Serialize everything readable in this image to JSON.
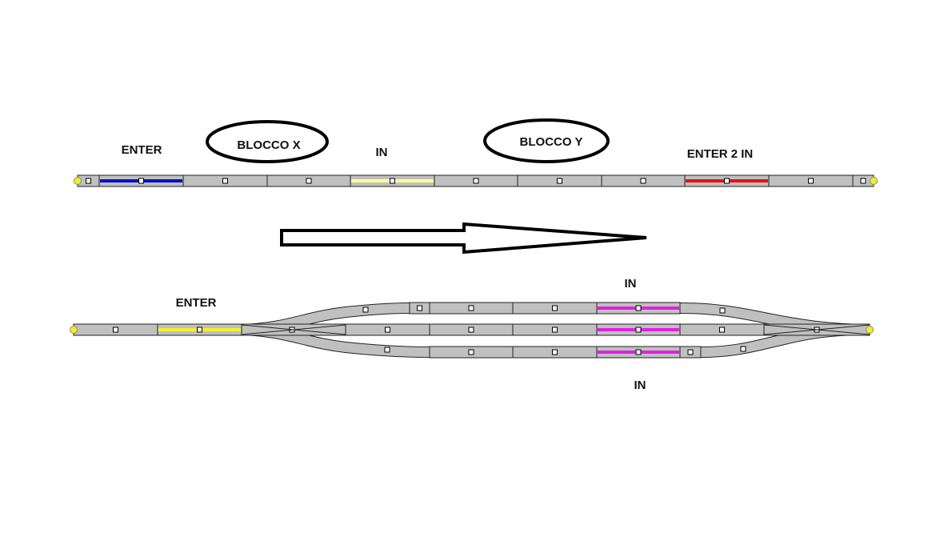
{
  "labels": {
    "top_enter": "ENTER",
    "block_x": "BLOCCO X",
    "top_in": "IN",
    "block_y": "BLOCCO Y",
    "enter_2_in": "ENTER 2 IN",
    "bottom_enter": "ENTER",
    "bottom_in_upper": "IN",
    "bottom_in_lower": "IN"
  },
  "colors": {
    "track": "#c0c0c0",
    "enter_blue": "#0010c8",
    "in_pale_yellow": "#ffff99",
    "enter2_red": "#e81010",
    "enter_yellow": "#f0f030",
    "in_magenta": "#e020e0",
    "endpoint": "#f0f020"
  }
}
